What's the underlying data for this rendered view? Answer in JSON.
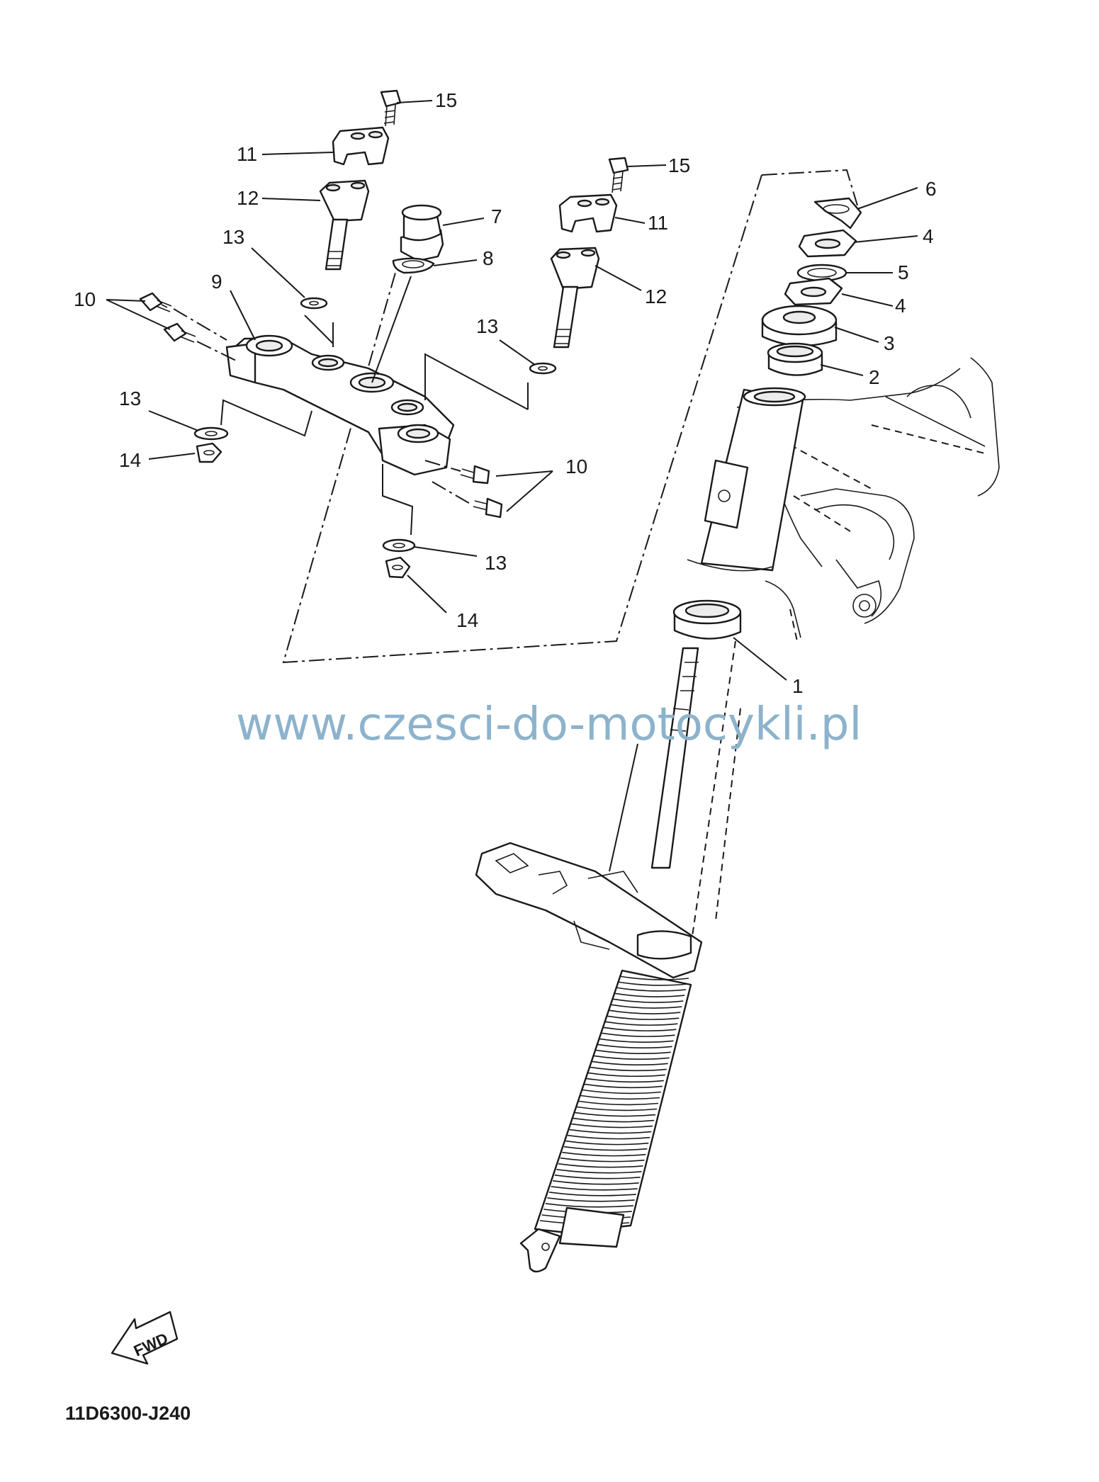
{
  "diagram": {
    "watermark": "www.czesci-do-motocykli.pl",
    "drawing_code": "11D6300-J240",
    "fwd_label": "FWD",
    "callouts": {
      "c15a": "15",
      "c11a": "11",
      "c12a": "12",
      "c13a": "13",
      "c10a": "10",
      "c9": "9",
      "c13b": "13",
      "c14a": "14",
      "c7": "7",
      "c8": "8",
      "c15b": "15",
      "c11b": "11",
      "c12b": "12",
      "c13c": "13",
      "c10b": "10",
      "c13d": "13",
      "c14b": "14",
      "c6": "6",
      "c4a": "4",
      "c5": "5",
      "c4b": "4",
      "c3": "3",
      "c2": "2",
      "c1": "1"
    }
  }
}
